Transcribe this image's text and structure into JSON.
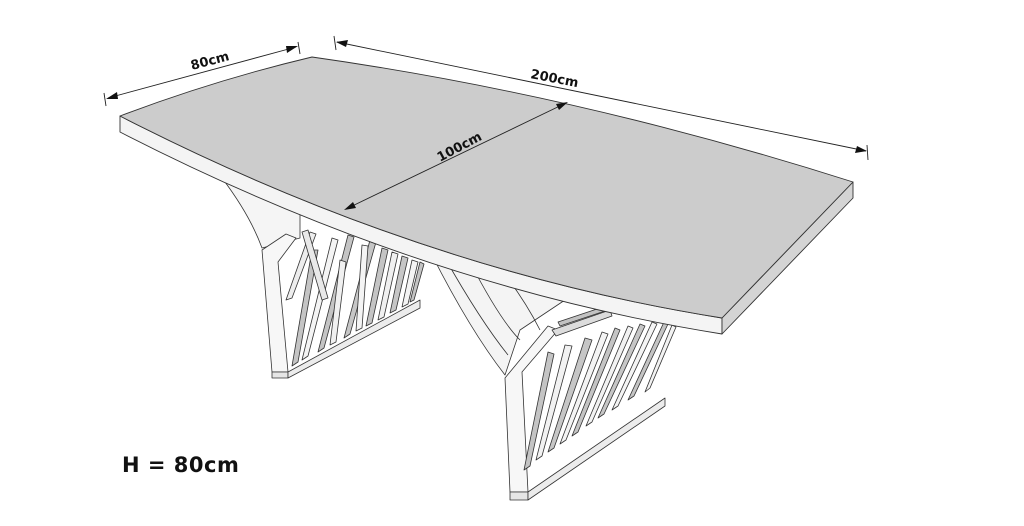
{
  "diagram": {
    "type": "furniture-dimension-drawing",
    "subject": "boat-shaped dining table with sculptural slatted pedestal legs",
    "colors": {
      "background": "#ffffff",
      "tabletop": "#cccccc",
      "edge_front": "#f4f4f4",
      "edge_side": "#d6d6d6",
      "leg_face": "#f7f7f7",
      "leg_shade": "#c8c8c8",
      "line": "#333333"
    },
    "dimensions": {
      "width": {
        "label": "80cm",
        "value": 80,
        "unit": "cm"
      },
      "length": {
        "label": "200cm",
        "value": 200,
        "unit": "cm"
      },
      "center_width": {
        "label": "100cm",
        "value": 100,
        "unit": "cm"
      },
      "height": {
        "label": "H = 80cm",
        "value": 80,
        "unit": "cm"
      }
    }
  }
}
